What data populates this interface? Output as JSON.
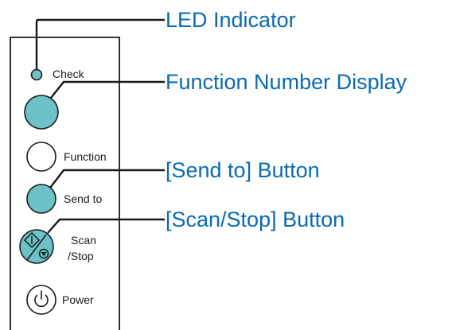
{
  "panel": {
    "labels": {
      "check": "Check",
      "function": "Function",
      "send_to": "Send to",
      "scan_line1": "Scan",
      "scan_line2": "/Stop",
      "power": "Power"
    }
  },
  "callouts": {
    "led_indicator": "LED Indicator",
    "function_number_display": "Function Number Display",
    "send_to_button": "[Send to] Button",
    "scan_stop_button": "[Scan/Stop] Button"
  },
  "colors": {
    "accent_teal": "#6cc2c6",
    "callout_blue": "#0a6bb0",
    "line": "#1a1a1a"
  },
  "icons": {
    "scan_stop": "start-stop-icon",
    "power": "power-icon"
  }
}
